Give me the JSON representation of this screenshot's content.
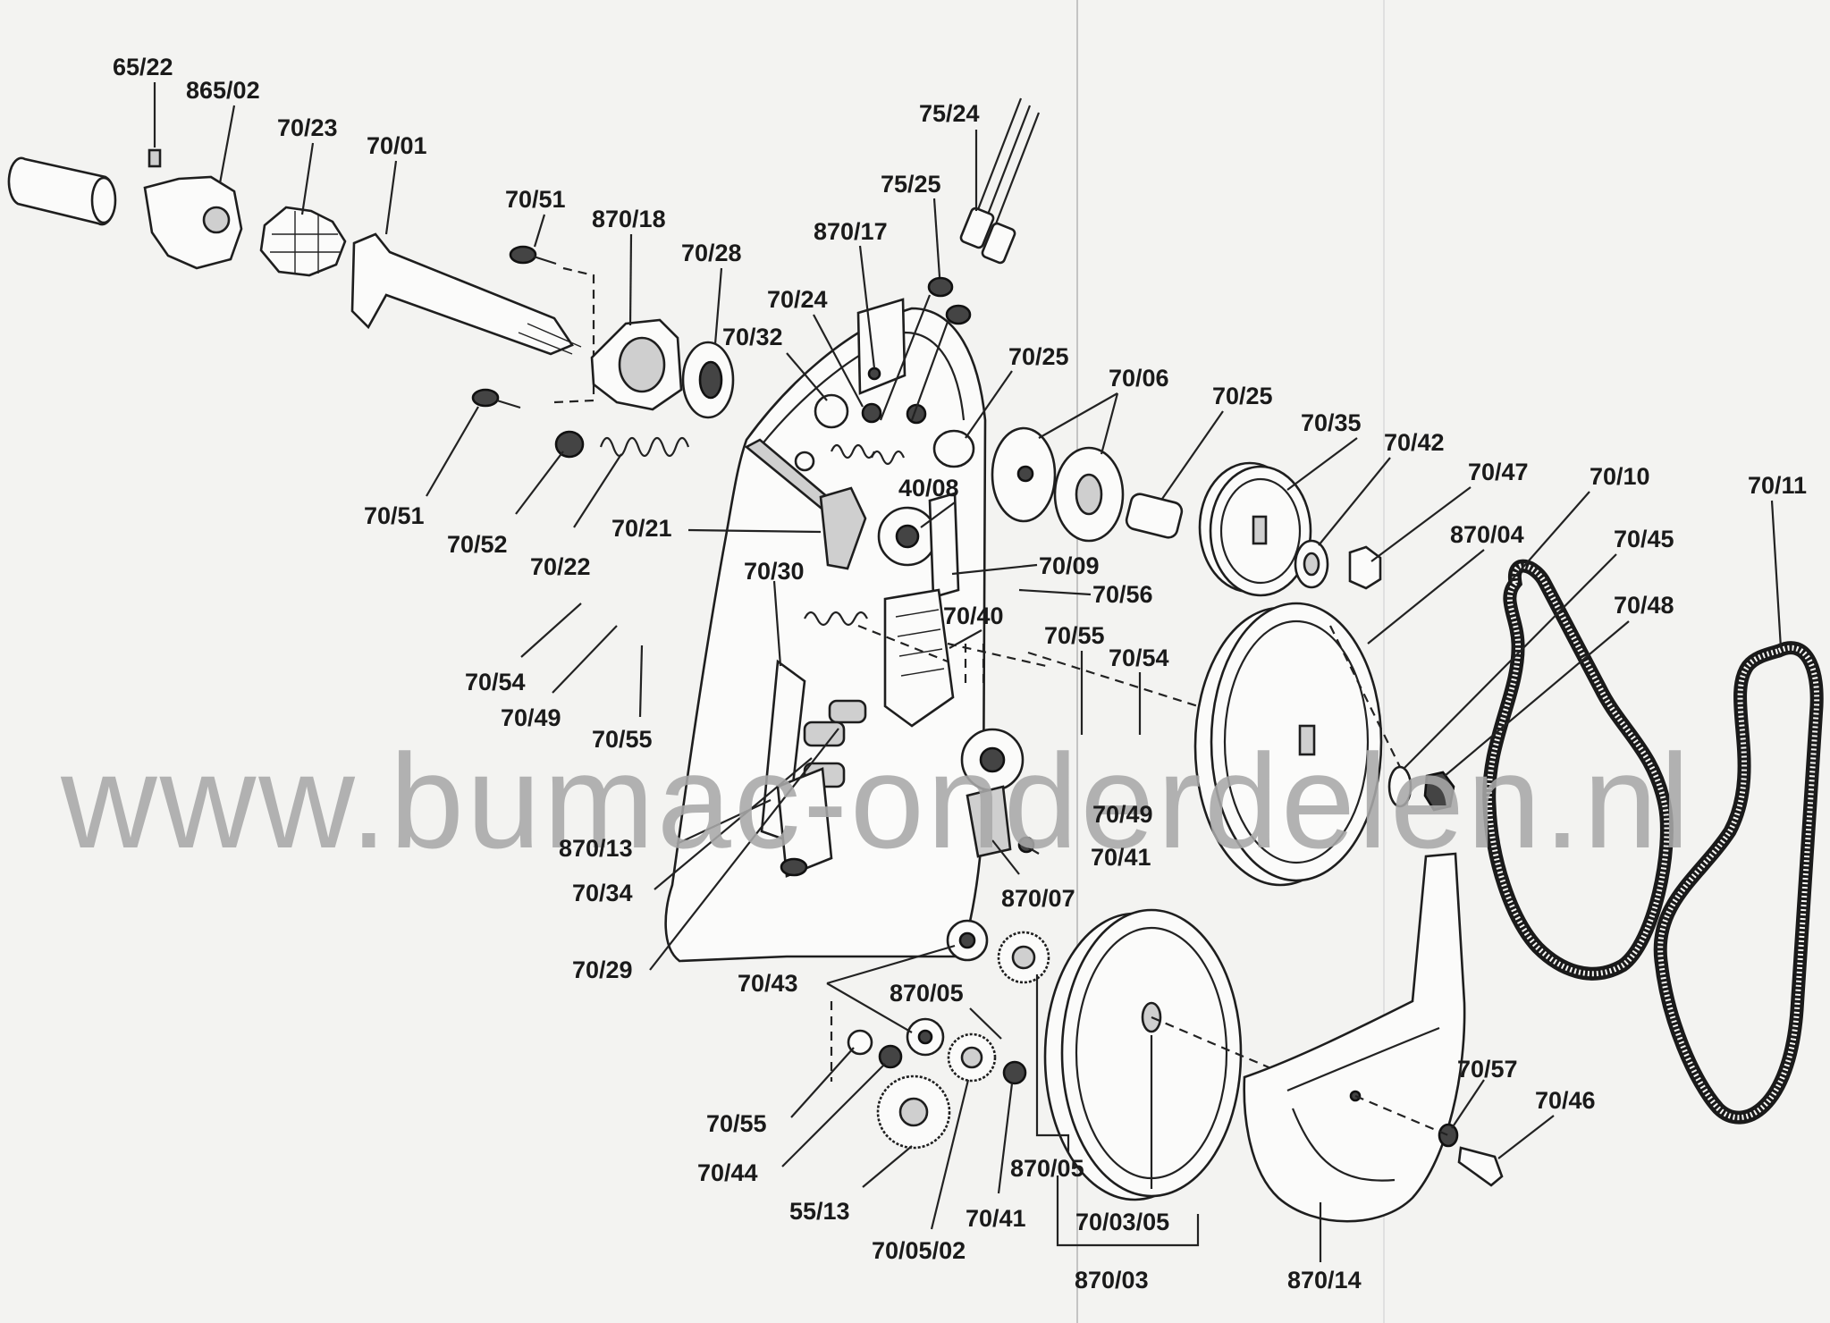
{
  "watermark": "www.bumac-onderdelen.nl",
  "labels": {
    "l_65_22": "65/22",
    "l_865_02": "865/02",
    "l_70_23": "70/23",
    "l_70_01": "70/01",
    "l_70_51_top": "70/51",
    "l_870_18": "870/18",
    "l_70_28": "70/28",
    "l_870_17": "870/17",
    "l_75_24": "75/24",
    "l_75_25": "75/25",
    "l_70_24": "70/24",
    "l_70_32": "70/32",
    "l_70_25_a": "70/25",
    "l_70_06": "70/06",
    "l_70_25_b": "70/25",
    "l_70_35": "70/35",
    "l_70_42": "70/42",
    "l_70_47": "70/47",
    "l_70_10": "70/10",
    "l_70_11": "70/11",
    "l_870_04": "870/04",
    "l_70_45": "70/45",
    "l_70_48": "70/48",
    "l_40_08": "40/08",
    "l_70_09": "70/09",
    "l_70_56": "70/56",
    "l_70_40": "70/40",
    "l_70_55_mid": "70/55",
    "l_70_54_mid": "70/54",
    "l_70_51_left": "70/51",
    "l_70_52": "70/52",
    "l_70_22": "70/22",
    "l_70_21": "70/21",
    "l_70_30": "70/30",
    "l_70_54_left": "70/54",
    "l_70_49_left": "70/49",
    "l_70_55_left": "70/55",
    "l_70_49_mid": "70/49",
    "l_870_13": "870/13",
    "l_70_34": "70/34",
    "l_70_41_mid": "70/41",
    "l_870_07": "870/07",
    "l_70_29": "70/29",
    "l_70_43": "70/43",
    "l_870_05_top": "870/05",
    "l_70_55_bot": "70/55",
    "l_70_44": "70/44",
    "l_55_13": "55/13",
    "l_70_05_02": "70/05/02",
    "l_70_41_bot": "70/41",
    "l_870_05_bot": "870/05",
    "l_70_03_05": "70/03/05",
    "l_870_03": "870/03",
    "l_870_14": "870/14",
    "l_70_57": "70/57",
    "l_70_46": "70/46"
  }
}
